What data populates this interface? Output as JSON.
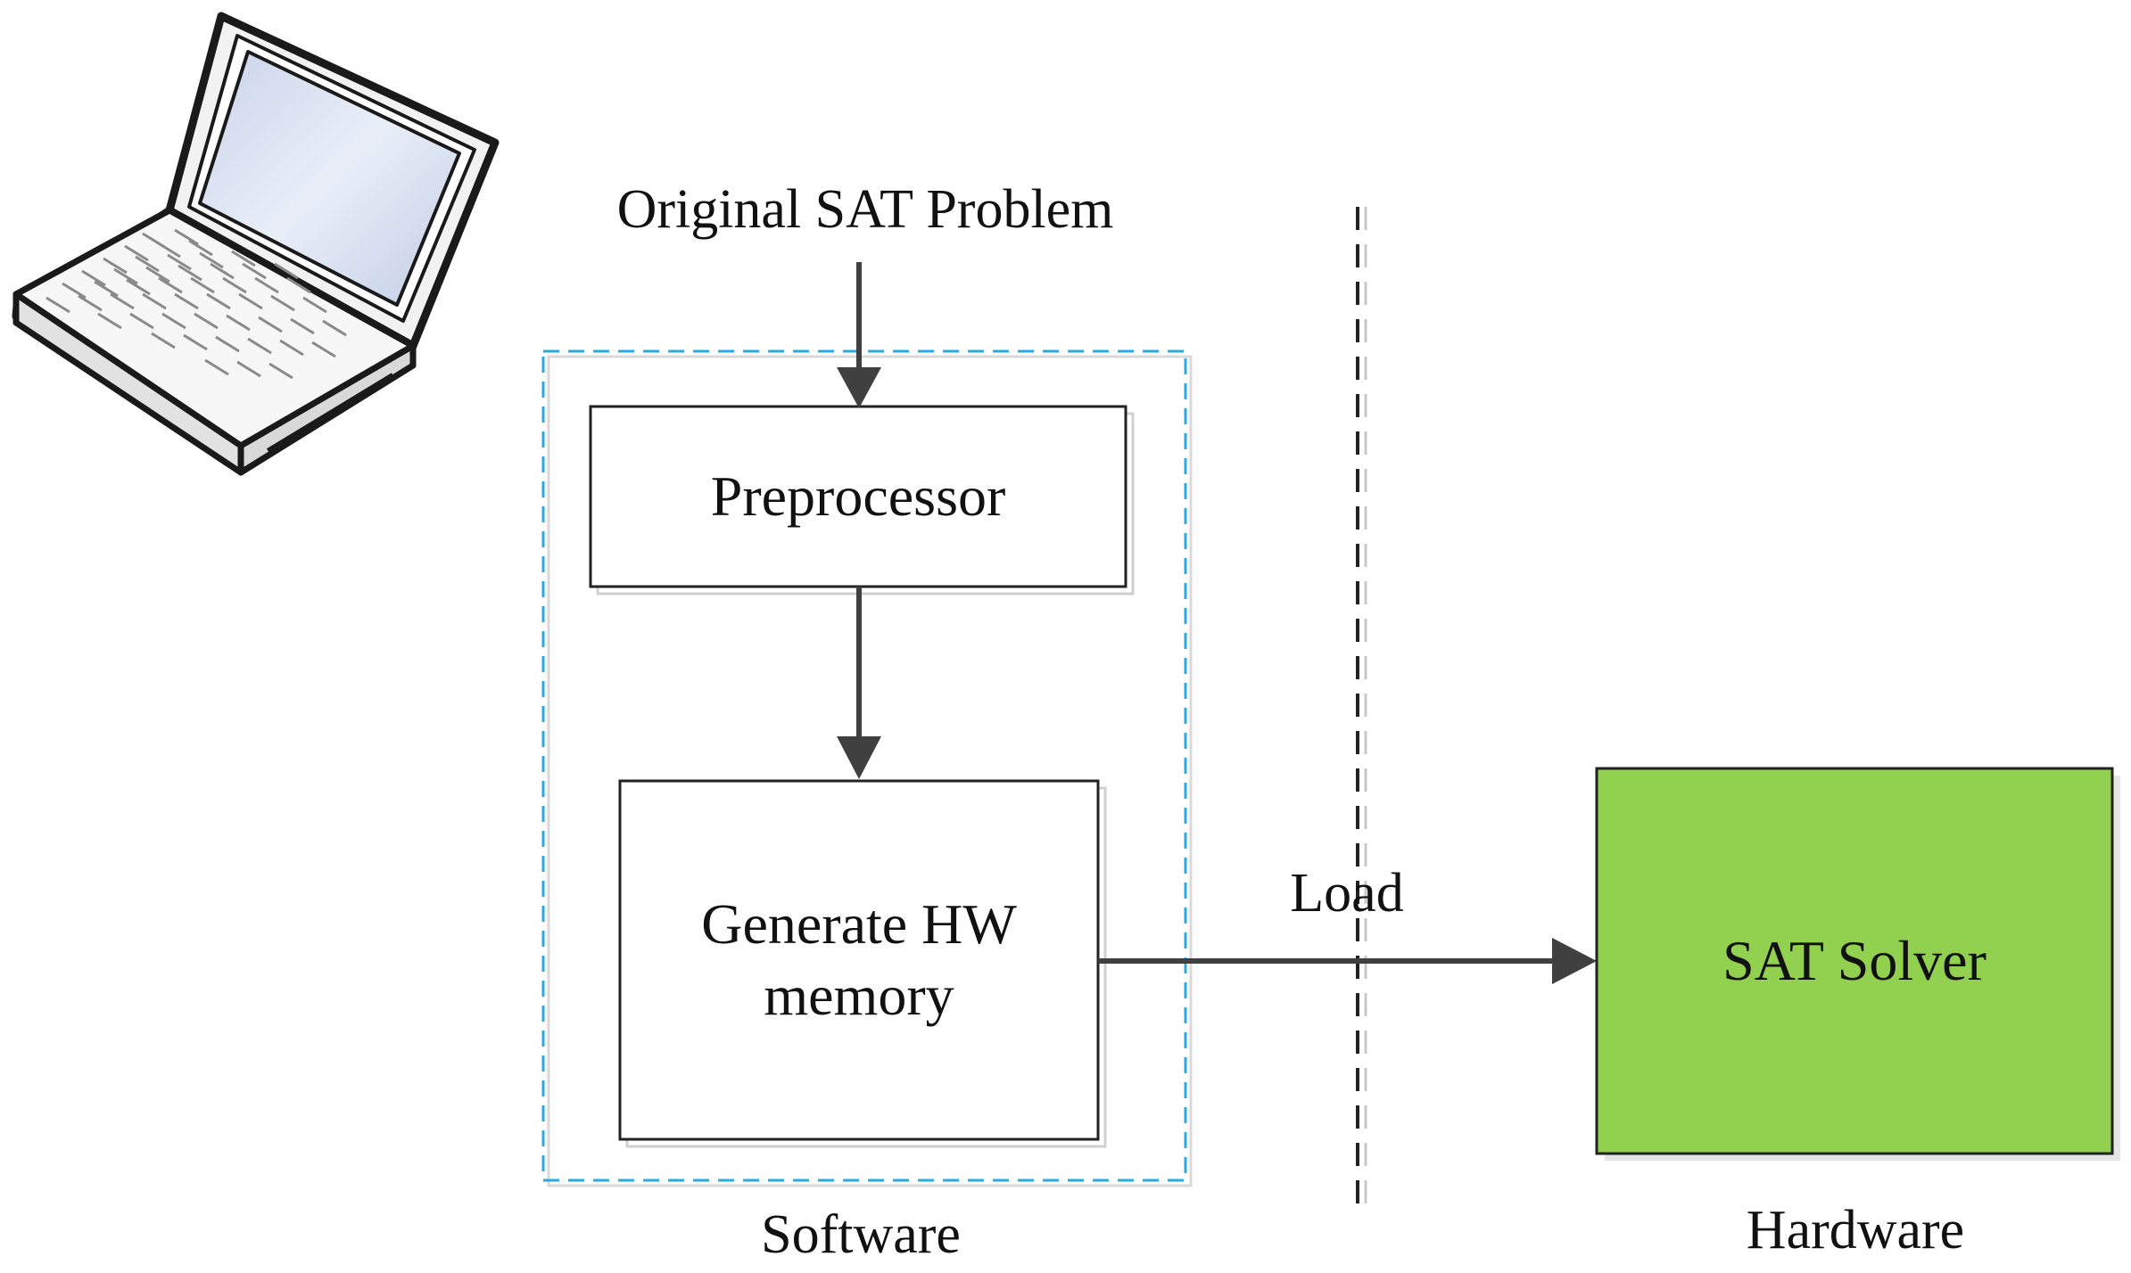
{
  "input_label": "Original SAT Problem",
  "preprocessor_label": "Preprocessor",
  "generate_label_line1": "Generate HW",
  "generate_label_line2": "memory",
  "load_label": "Load",
  "solver_label": "SAT Solver",
  "software_label": "Software",
  "hardware_label": "Hardware",
  "colors": {
    "software_boundary": "#29abe2",
    "solver_fill": "#92d050",
    "arrow": "#404040",
    "block_border": "#222222"
  },
  "icons": {
    "computer": "laptop-icon"
  }
}
